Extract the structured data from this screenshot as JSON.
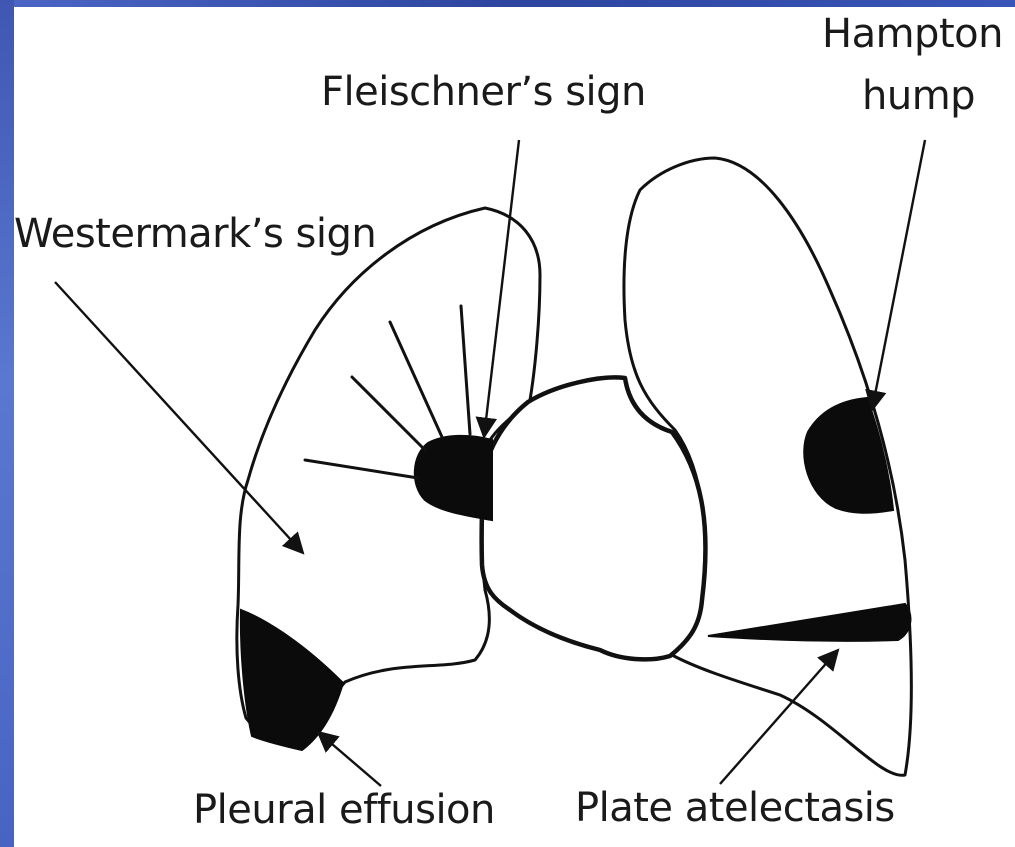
{
  "labels": {
    "hampton_line1": "Hampton",
    "hampton_line2": "hump",
    "fleischner": "Fleischner’s sign",
    "westermark": "Westermark’s sign",
    "pleural_effusion": "Pleural effusion",
    "plate_atelectasis": "Plate atelectasis"
  },
  "colors": {
    "frame_blue": "#4a64c4",
    "ink": "#111111",
    "background": "#ffffff"
  }
}
